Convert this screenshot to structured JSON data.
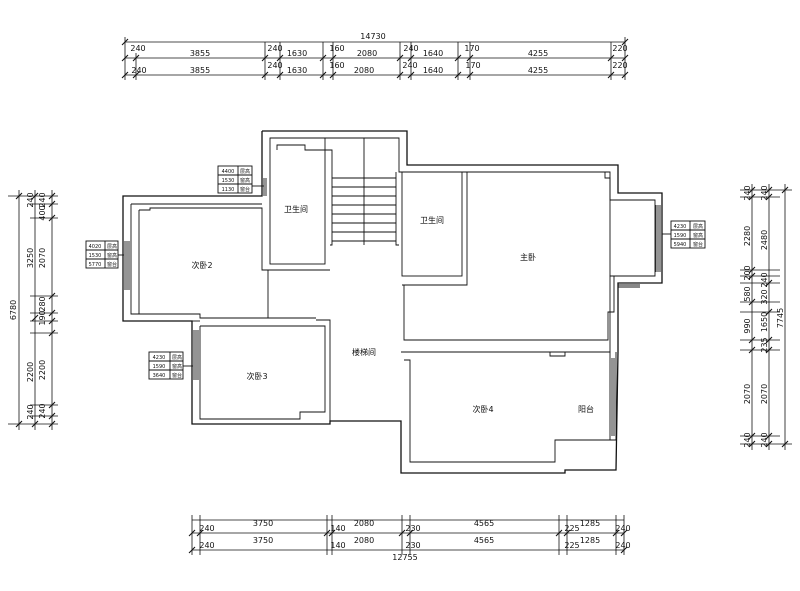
{
  "rooms": {
    "bathroom_left": "卫生间",
    "bathroom_right": "卫生间",
    "bedroom2": "次卧2",
    "bedroom3": "次卧3",
    "bedroom4": "次卧4",
    "master": "主卧",
    "stairwell": "楼梯间",
    "balcony": "阳台"
  },
  "window_tags": [
    {
      "rows": [
        [
          "4400",
          "层高"
        ],
        [
          "1530",
          "窗高"
        ],
        [
          "1130",
          "窗台"
        ]
      ]
    },
    {
      "rows": [
        [
          "4020",
          "层高"
        ],
        [
          "1530",
          "窗高"
        ],
        [
          "5770",
          "窗台"
        ]
      ]
    },
    {
      "rows": [
        [
          "4230",
          "层高"
        ],
        [
          "1590",
          "窗高"
        ],
        [
          "3640",
          "窗台"
        ]
      ]
    },
    {
      "rows": [
        [
          "4230",
          "层高"
        ],
        [
          "1590",
          "窗高"
        ],
        [
          "5940",
          "窗台"
        ]
      ]
    }
  ],
  "dimensions": {
    "top_total": "14730",
    "top_row": [
      "240",
      "3855",
      "240",
      "1630",
      "160",
      "2080",
      "240",
      "1640",
      "170",
      "4255",
      "220"
    ],
    "bottom_total": "12755",
    "bottom_row": [
      "240",
      "3750",
      "140",
      "2080",
      "230",
      "4565",
      "225",
      "1285",
      "240"
    ],
    "left_total": "6780",
    "left_row": [
      "240",
      "400",
      "2070",
      "280",
      "190",
      "3250",
      "2200",
      "240",
      "240"
    ],
    "right_total": "7745",
    "right_row": [
      "240",
      "2280",
      "2480",
      "200",
      "240",
      "580",
      "320",
      "1650",
      "990",
      "235",
      "2070",
      "2070",
      "240",
      "240"
    ]
  }
}
